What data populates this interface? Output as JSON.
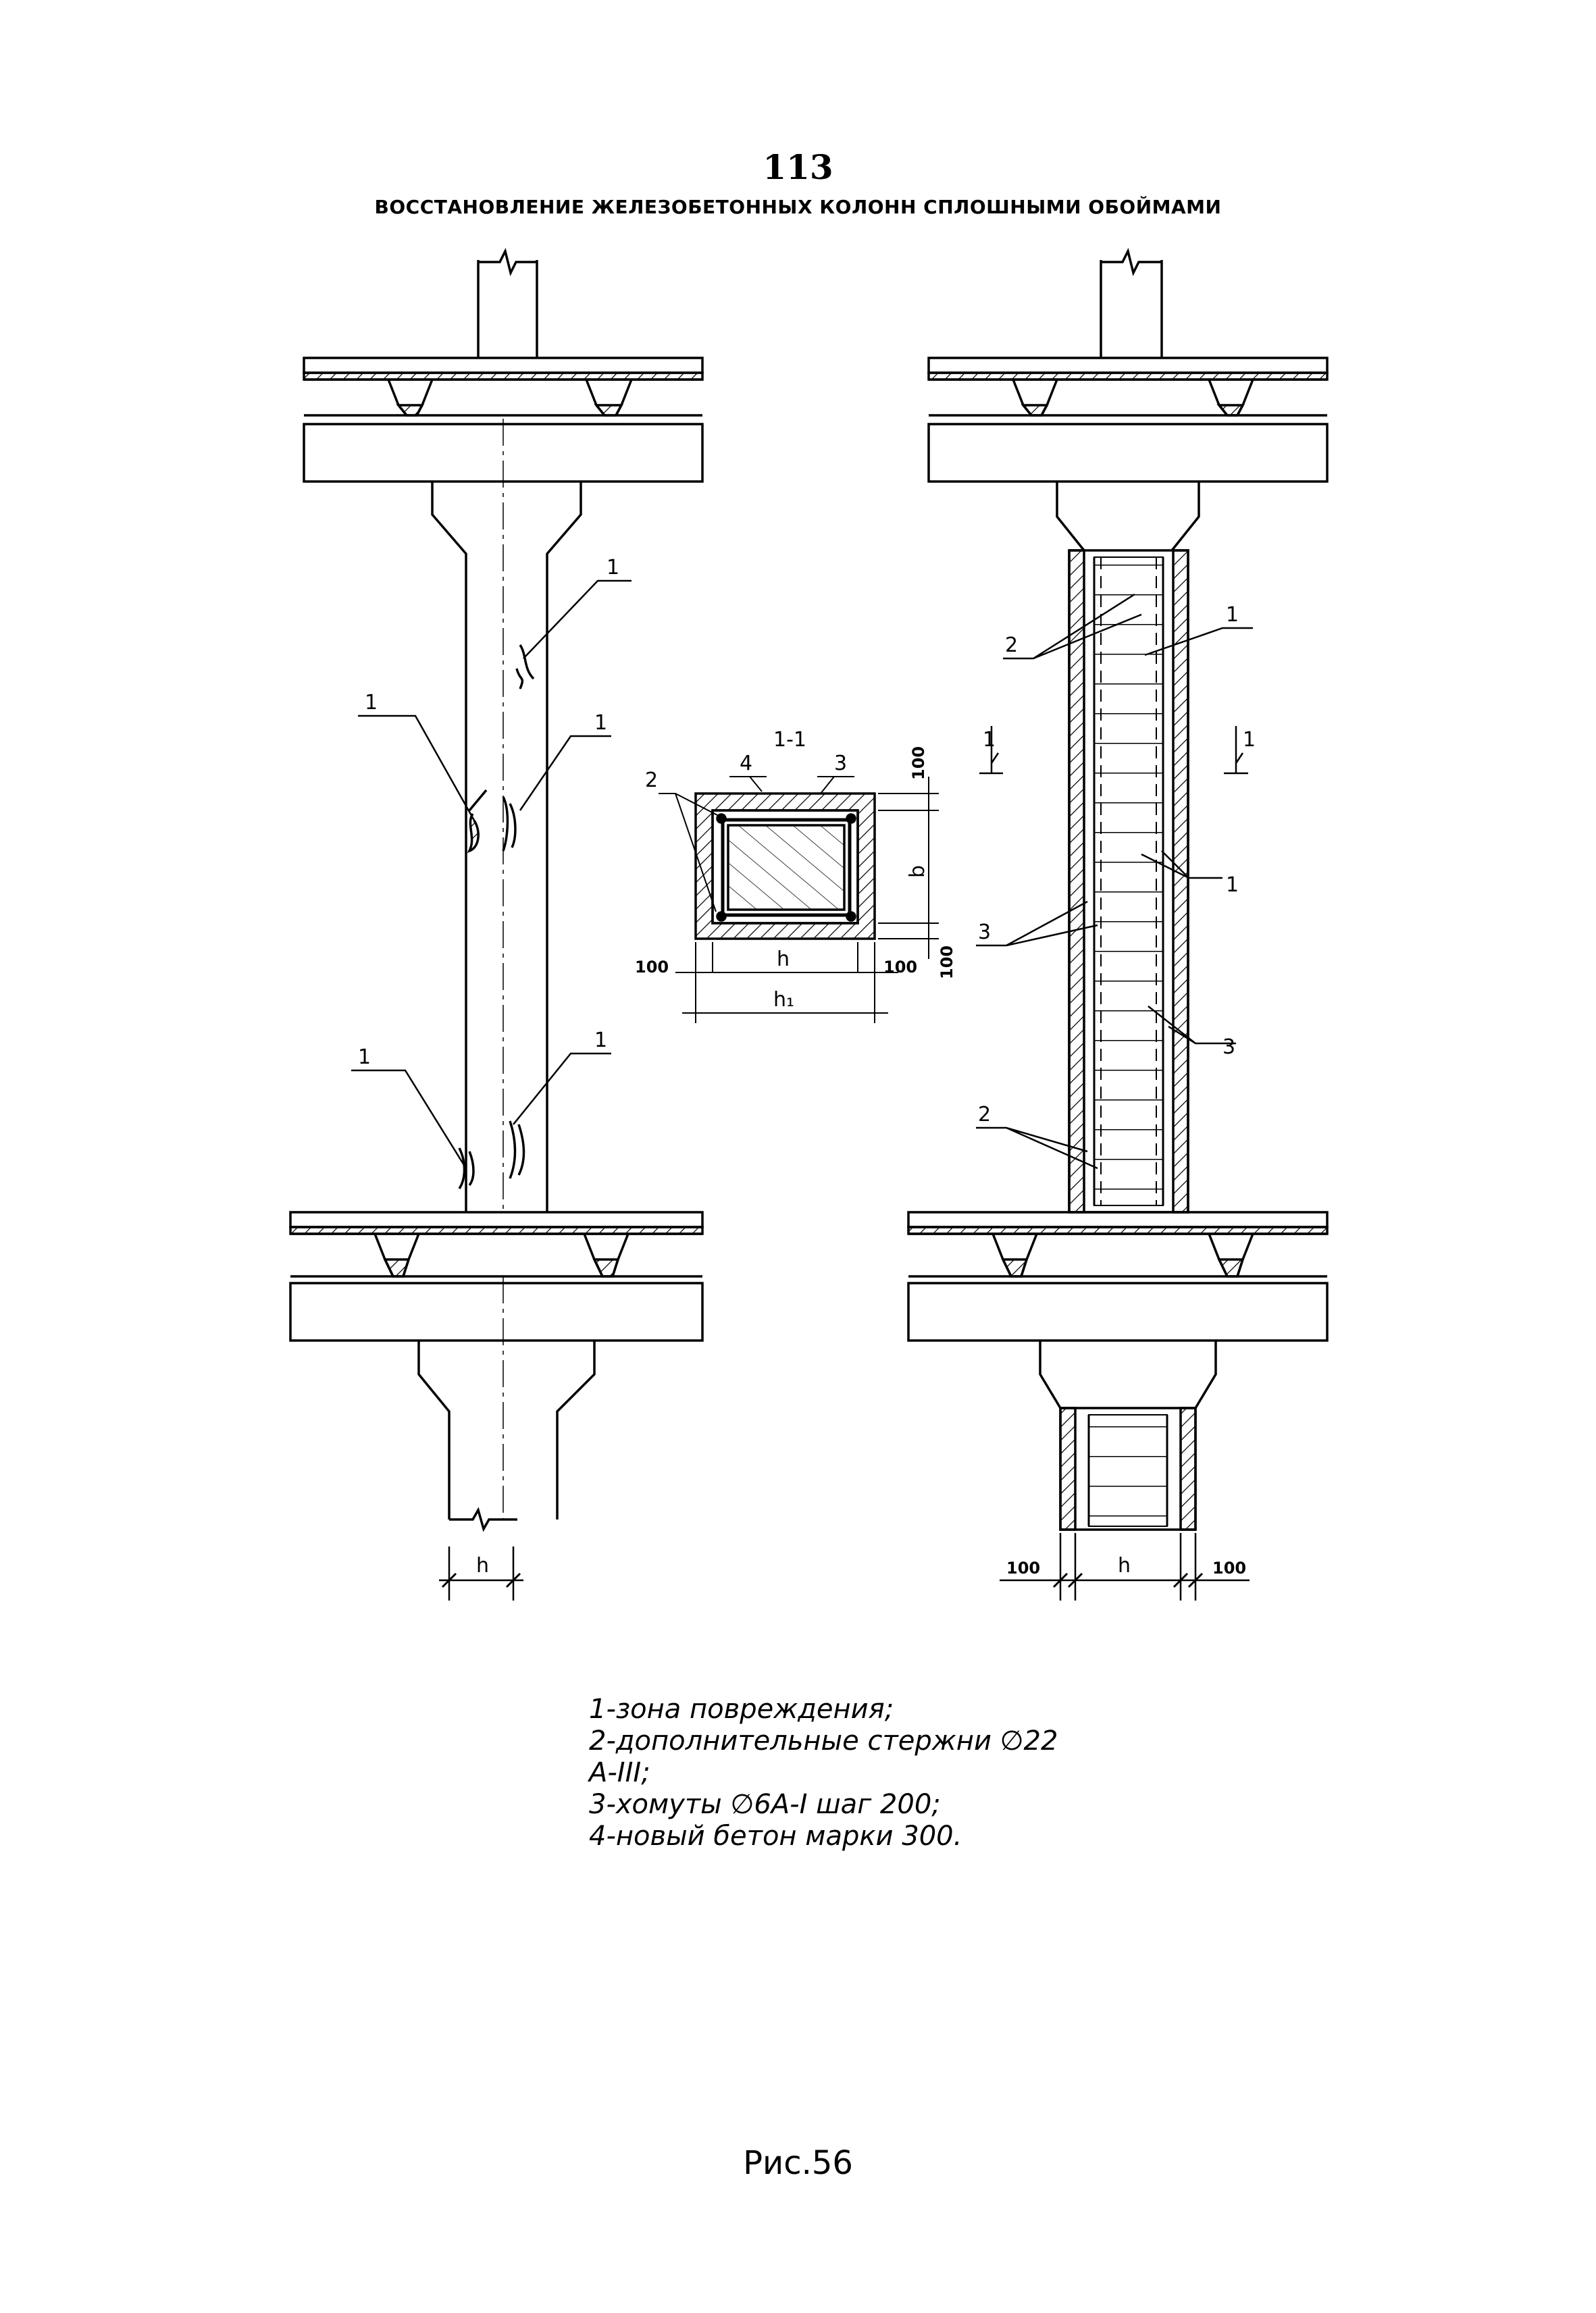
{
  "header": {
    "page_number": "113",
    "title": "ВОССТАНОВЛЕНИЕ ЖЕЛЕЗОБЕТОННЫХ КОЛОНН СПЛОШНЫМИ ОБОЙМАМИ"
  },
  "left_drawing": {
    "callout_label": "1",
    "dimension_label": "h"
  },
  "section": {
    "title": "1-1",
    "label_2": "2",
    "label_3": "3",
    "label_4": "4",
    "dim_100": "100",
    "dim_h": "h",
    "dim_b": "b",
    "dim_h1": "h₁"
  },
  "right_drawing": {
    "label_1": "1",
    "label_2": "2",
    "label_3": "3",
    "cut_mark": "1",
    "dim_100": "100",
    "dim_h": "h"
  },
  "legend": {
    "items": [
      "1-зона повреждения;",
      "2-дополнительные стержни ∅22",
      "А-III;",
      "3-хомуты ∅6А-I шаг 200;",
      "4-новый бетон марки 300."
    ]
  },
  "caption": "Рис.56"
}
